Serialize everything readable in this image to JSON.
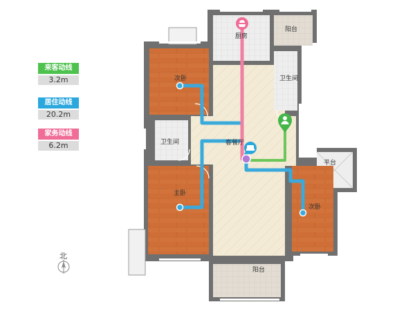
{
  "legend": {
    "visitor": {
      "title": "来客动线",
      "value": "3.2m",
      "color": "#4ec24e"
    },
    "resident": {
      "title": "居住动线",
      "value": "20.2m",
      "color": "#2aa7dd"
    },
    "chores": {
      "title": "家务动线",
      "value": "6.2m",
      "color": "#ef6d96"
    }
  },
  "rooms": {
    "kitchen": "厨房",
    "balcony_top": "阳台",
    "bathroom_right": "卫生间",
    "bedroom_top_left": "次卧",
    "living_dining": "客餐厅",
    "bathroom_left": "卫生间",
    "platform": "平台",
    "master_bedroom": "主卧",
    "bedroom_right": "次卧",
    "balcony_bottom": "阳台"
  },
  "compass": {
    "label": "北"
  },
  "colors": {
    "wall": "#666666",
    "wood_floor": "#d2733b",
    "tile_floor": "#f2ead6",
    "visitor_line": "#6cc65a",
    "resident_line": "#3aa9dc",
    "chores_line": "#ef7fa3"
  }
}
